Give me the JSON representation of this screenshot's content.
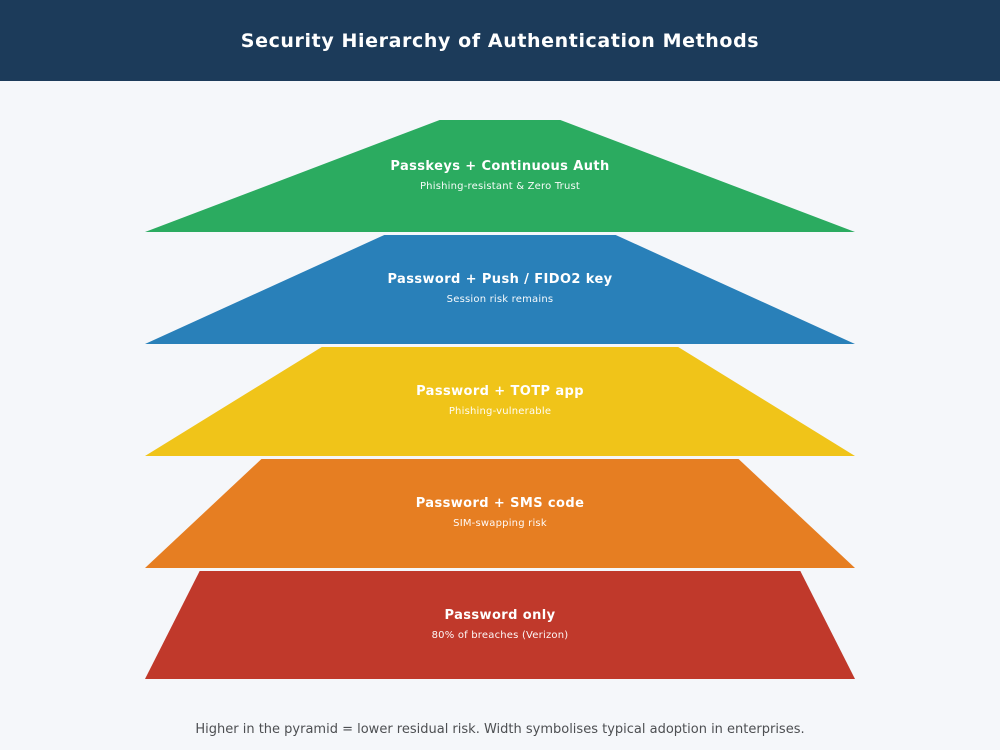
{
  "page": {
    "bg_color": "#f5f7fa"
  },
  "header": {
    "title": "Security Hierarchy of Authentication Methods",
    "bg_color": "#1c3b5a",
    "text_color": "#ffffff"
  },
  "pyramid": {
    "levels": [
      {
        "rank": 1,
        "label": "Passkeys + Continuous Auth",
        "sublabel": "Phishing-resistant & Zero Trust",
        "color": "#2bab60"
      },
      {
        "rank": 2,
        "label": "Password + Push / FIDO2 key",
        "sublabel": "Session risk remains",
        "color": "#2980b9"
      },
      {
        "rank": 3,
        "label": "Password + TOTP app",
        "sublabel": "Phishing-vulnerable",
        "color": "#f0c419"
      },
      {
        "rank": 4,
        "label": "Password + SMS code",
        "sublabel": "SIM-swapping risk",
        "color": "#e67e22"
      },
      {
        "rank": 5,
        "label": "Password only",
        "sublabel": "80% of breaches (Verizon)",
        "color": "#c0392b"
      }
    ]
  },
  "footer": {
    "caption": "Higher in the pyramid = lower residual risk. Width symbolises typical adoption in enterprises."
  }
}
